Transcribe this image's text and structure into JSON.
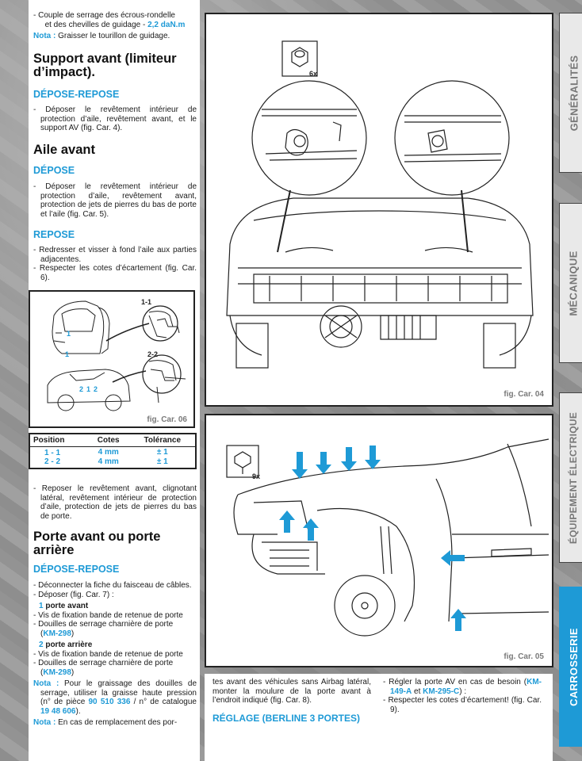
{
  "col1": {
    "torque_line1": "- Couple de serrage des écrous-rondelle",
    "torque_line2": "et des chevilles de guidage - ",
    "torque_value": "2,2 daN.m",
    "nota1_label": "Nota :",
    "nota1_text": " Graisser le tourillon de guidage.",
    "support_title1": "Support avant (limiteur",
    "support_title2": "d’impact).",
    "depose_repose1": "DÉPOSE-REPOSE",
    "support_step": "- Déposer le revêtement intérieur de protection d’aile, revêtement avant, et le support AV (fig. Car. 4).",
    "aile_title": "Aile avant",
    "depose": "DÉPOSE",
    "aile_depose_step": "- Déposer le revêtement intérieur de protection d’aile, revêtement avant, protection de jets de pierres du bas de porte et l’aile (fig. Car. 5).",
    "repose": "REPOSE",
    "aile_repose_step1": "- Redresser et visser à fond l’aile aux parties adjacentes.",
    "aile_repose_step2": "- Respecter les cotes d’écartement (fig. Car. 6).",
    "fig06_caption": "fig. Car. 06",
    "fig06_labels": [
      "1-1",
      "2-2",
      "1",
      "1",
      "2",
      "1",
      "2"
    ],
    "table": {
      "headers": [
        "Position",
        "Cotes",
        "Tolérance"
      ],
      "rows": [
        [
          "1 - 1",
          "4 mm",
          "± 1"
        ],
        [
          "2 - 2",
          "4 mm",
          "± 1"
        ]
      ]
    },
    "repose_step": "- Reposer le revêtement avant, clignotant latéral, revêtement intérieur de protection d’aile, protection de jets de pierres du bas de porte.",
    "porte_title1": "Porte avant ou porte",
    "porte_title2": "arrière",
    "depose_repose2": "DÉPOSE-REPOSE",
    "porte_step1": "- Déconnecter la fiche du faisceau de câbles.",
    "porte_step2": "- Déposer (fig. Car. 7) :",
    "item1_num": "1",
    "item1_label": " porte avant",
    "item1_a": "- Vis de fixation bande de retenue de porte",
    "item1_b": "- Douilles de serrage charnière de porte",
    "item1_c_pre": "(",
    "item1_c_tool": "KM-298",
    "item1_c_post": ")",
    "item2_num": "2",
    "item2_label": " porte arrière",
    "item2_a": "- Vis de fixation bande de retenue de porte",
    "item2_b": "- Douilles de serrage charnière de porte",
    "item2_c_pre": "(",
    "item2_c_tool": "KM-298",
    "item2_c_post": ")",
    "nota2_label": "Nota :",
    "nota2_text_a": " Pour le graissage des douilles de serrage, utiliser la graisse haute pression (n° de pièce ",
    "nota2_part1": "90 510 336",
    "nota2_text_b": " / n° de catalogue ",
    "nota2_part2": "19 48 606",
    "nota2_text_c": ").",
    "nota3_label": "Nota :",
    "nota3_text": " En cas de remplacement des por-"
  },
  "col2": {
    "fig04_qty": "6x",
    "fig04_caption": "fig. Car. 04",
    "fig05_qty": "9x",
    "fig05_caption": "fig. Car. 05",
    "bottom_text": "tes avant des véhicules sans Airbag latéral, monter la moulure de la porte avant à l’endroit indiqué (fig. Car. 8).",
    "reglage_title": "RÉGLAGE (BERLINE 3 PORTES)"
  },
  "col3": {
    "step1_a": "- Régler la porte AV en cas de besoin (",
    "step1_tool1": "KM-149-A",
    "step1_mid": " et ",
    "step1_tool2": "KM-295-C",
    "step1_b": ") :",
    "step2": "- Respecter les cotes d’écartement! (fig. Car. 9)."
  },
  "tabs": [
    "GÉNÉRALITÉS",
    "MÉCANIQUE",
    "ÉQUIPEMENT ÉLECTRIQUE",
    "CARROSSERIE"
  ],
  "colors": {
    "accent": "#1e9ad6",
    "tab_active_bg": "#1e9ad6",
    "tab_bg": "#e9e9e9"
  }
}
